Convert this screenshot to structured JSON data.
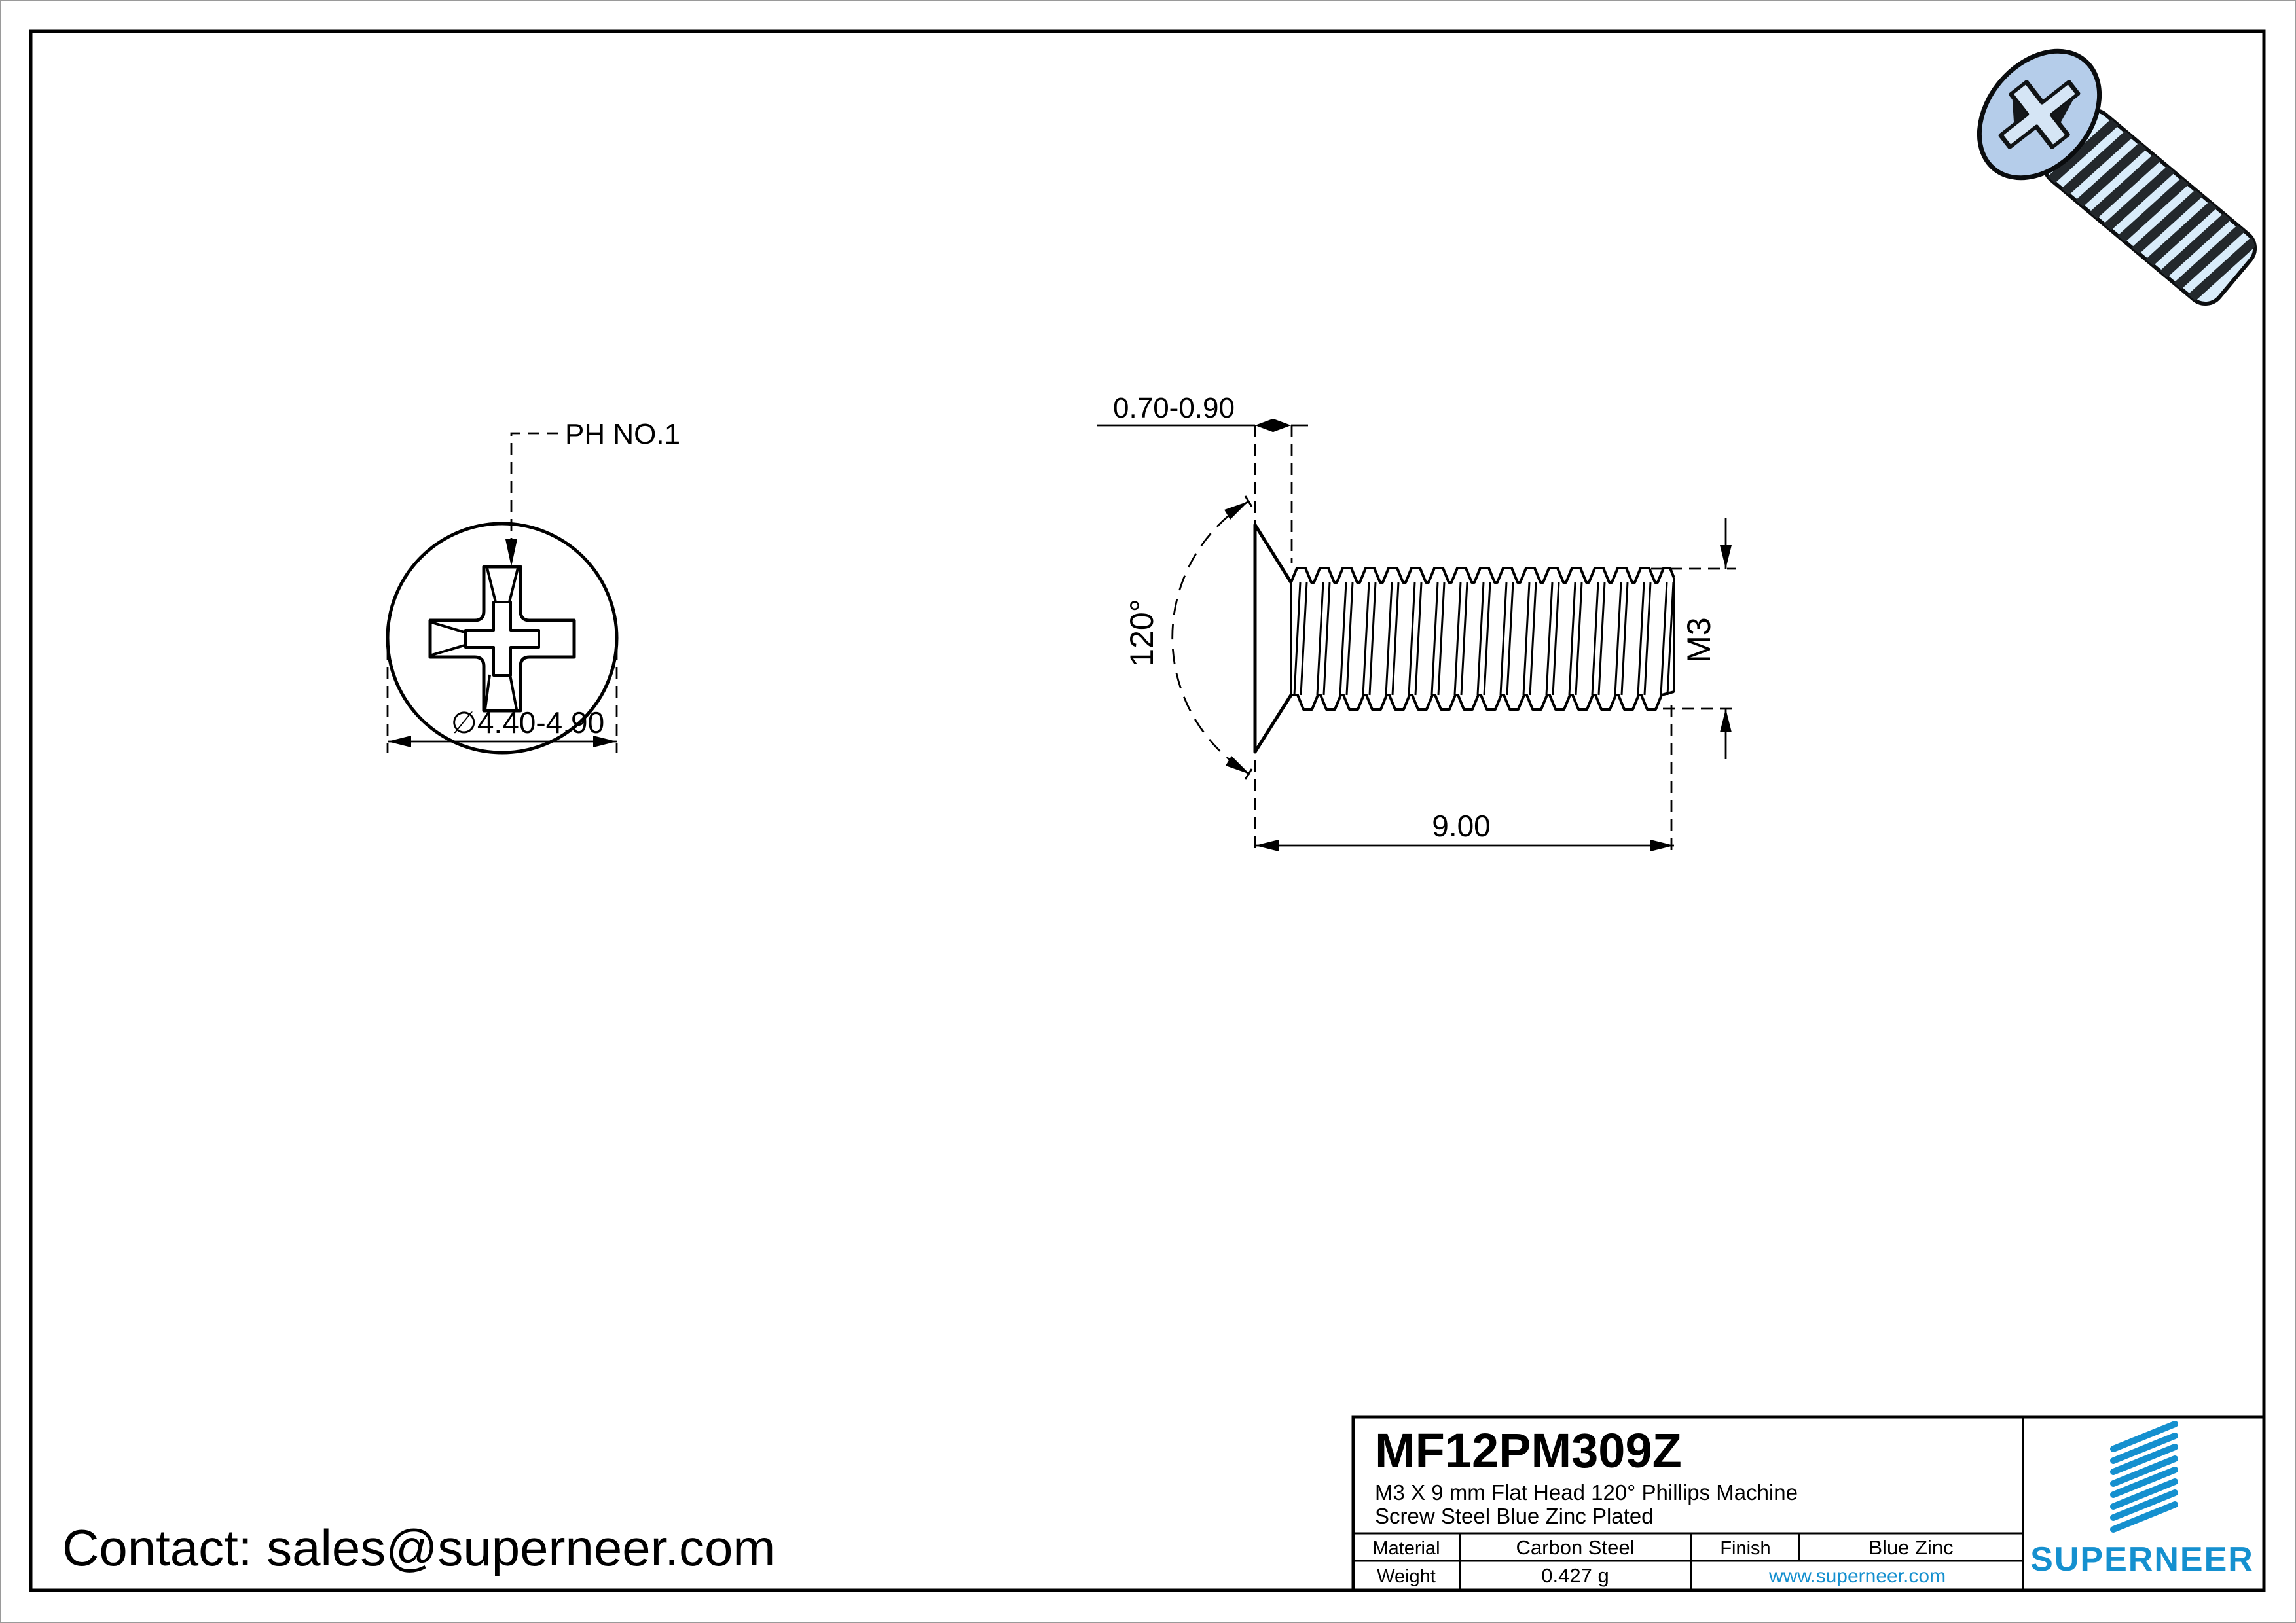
{
  "page": {
    "background": "#ffffff",
    "frame_color": "#000000",
    "contact": "Contact: sales@superneer.com"
  },
  "drawing": {
    "line_color": "#000000",
    "top_view": {
      "drive_label": "PH NO.1",
      "diameter": "∅4.40-4.90"
    },
    "side_view": {
      "head_height": "0.70-0.90",
      "head_angle": "120°",
      "length": "9.00",
      "thread": "M3"
    },
    "screw_3d": {
      "head_color": "#b5cdea",
      "shank_color": "#d9ecfa",
      "thread_color": "#23282c"
    }
  },
  "title_block": {
    "part_number": "MF12PM309Z",
    "description_line1": "M3 X 9 mm  Flat Head 120° Phillips Machine",
    "description_line2": "Screw Steel Blue Zinc Plated",
    "material_label": "Material",
    "material_value": "Carbon Steel",
    "finish_label": "Finish",
    "finish_value": "Blue Zinc",
    "weight_label": "Weight",
    "weight_value": "0.427 g",
    "website": "www.superneer.com",
    "brand": "SUPERNEER",
    "brand_color": "#1590cf"
  }
}
